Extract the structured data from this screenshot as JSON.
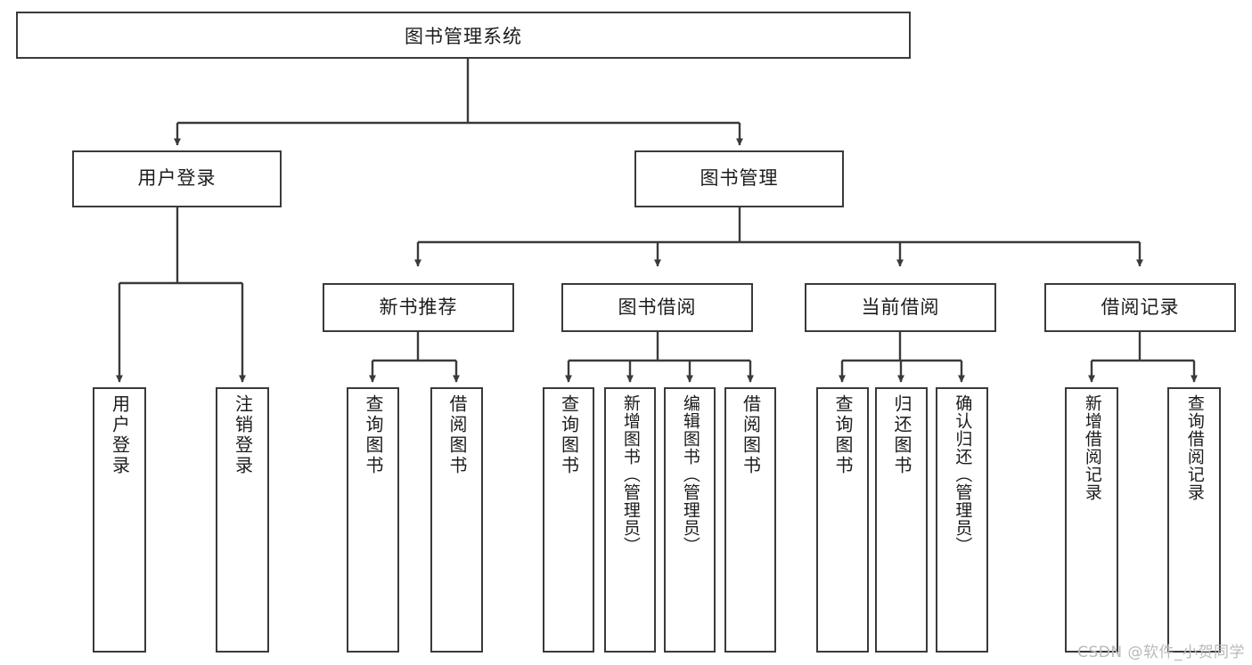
{
  "diagram": {
    "title": "图书管理系统",
    "type": "hierarchy-tree",
    "watermark": "CSDN @软件_小贺同学",
    "colors": {
      "stroke": "#3a3a3a",
      "text": "#1c1c1c",
      "background": "#ffffff",
      "watermark": "#b9b9b9"
    },
    "root": {
      "label": "图书管理系统"
    },
    "level2": [
      {
        "id": "user-login",
        "label": "用户登录"
      },
      {
        "id": "book-manage",
        "label": "图书管理"
      }
    ],
    "level3": [
      {
        "id": "new-book-recommend",
        "label": "新书推荐"
      },
      {
        "id": "book-borrow",
        "label": "图书借阅"
      },
      {
        "id": "current-borrow",
        "label": "当前借阅"
      },
      {
        "id": "borrow-record",
        "label": "借阅记录"
      }
    ],
    "leaves": {
      "user_login": [
        {
          "id": "leaf-user-login",
          "label": "用户登录"
        },
        {
          "id": "leaf-logout-login",
          "label": "注销登录"
        }
      ],
      "new_book_recommend": [
        {
          "id": "leaf-query-book-1",
          "label": "查询图书"
        },
        {
          "id": "leaf-borrow-book-1",
          "label": "借阅图书"
        }
      ],
      "book_borrow": [
        {
          "id": "leaf-query-book-2",
          "label": "查询图书"
        },
        {
          "id": "leaf-add-book",
          "label": "新增图书（管理员）"
        },
        {
          "id": "leaf-edit-book",
          "label": "编辑图书（管理员）"
        },
        {
          "id": "leaf-borrow-book-2",
          "label": "借阅图书"
        }
      ],
      "current_borrow": [
        {
          "id": "leaf-query-book-3",
          "label": "查询图书"
        },
        {
          "id": "leaf-return-book",
          "label": "归还图书"
        },
        {
          "id": "leaf-confirm-return",
          "label": "确认归还（管理员）"
        }
      ],
      "borrow_record": [
        {
          "id": "leaf-add-record",
          "label": "新增借阅记录"
        },
        {
          "id": "leaf-query-record",
          "label": "查询借阅记录"
        }
      ]
    }
  }
}
